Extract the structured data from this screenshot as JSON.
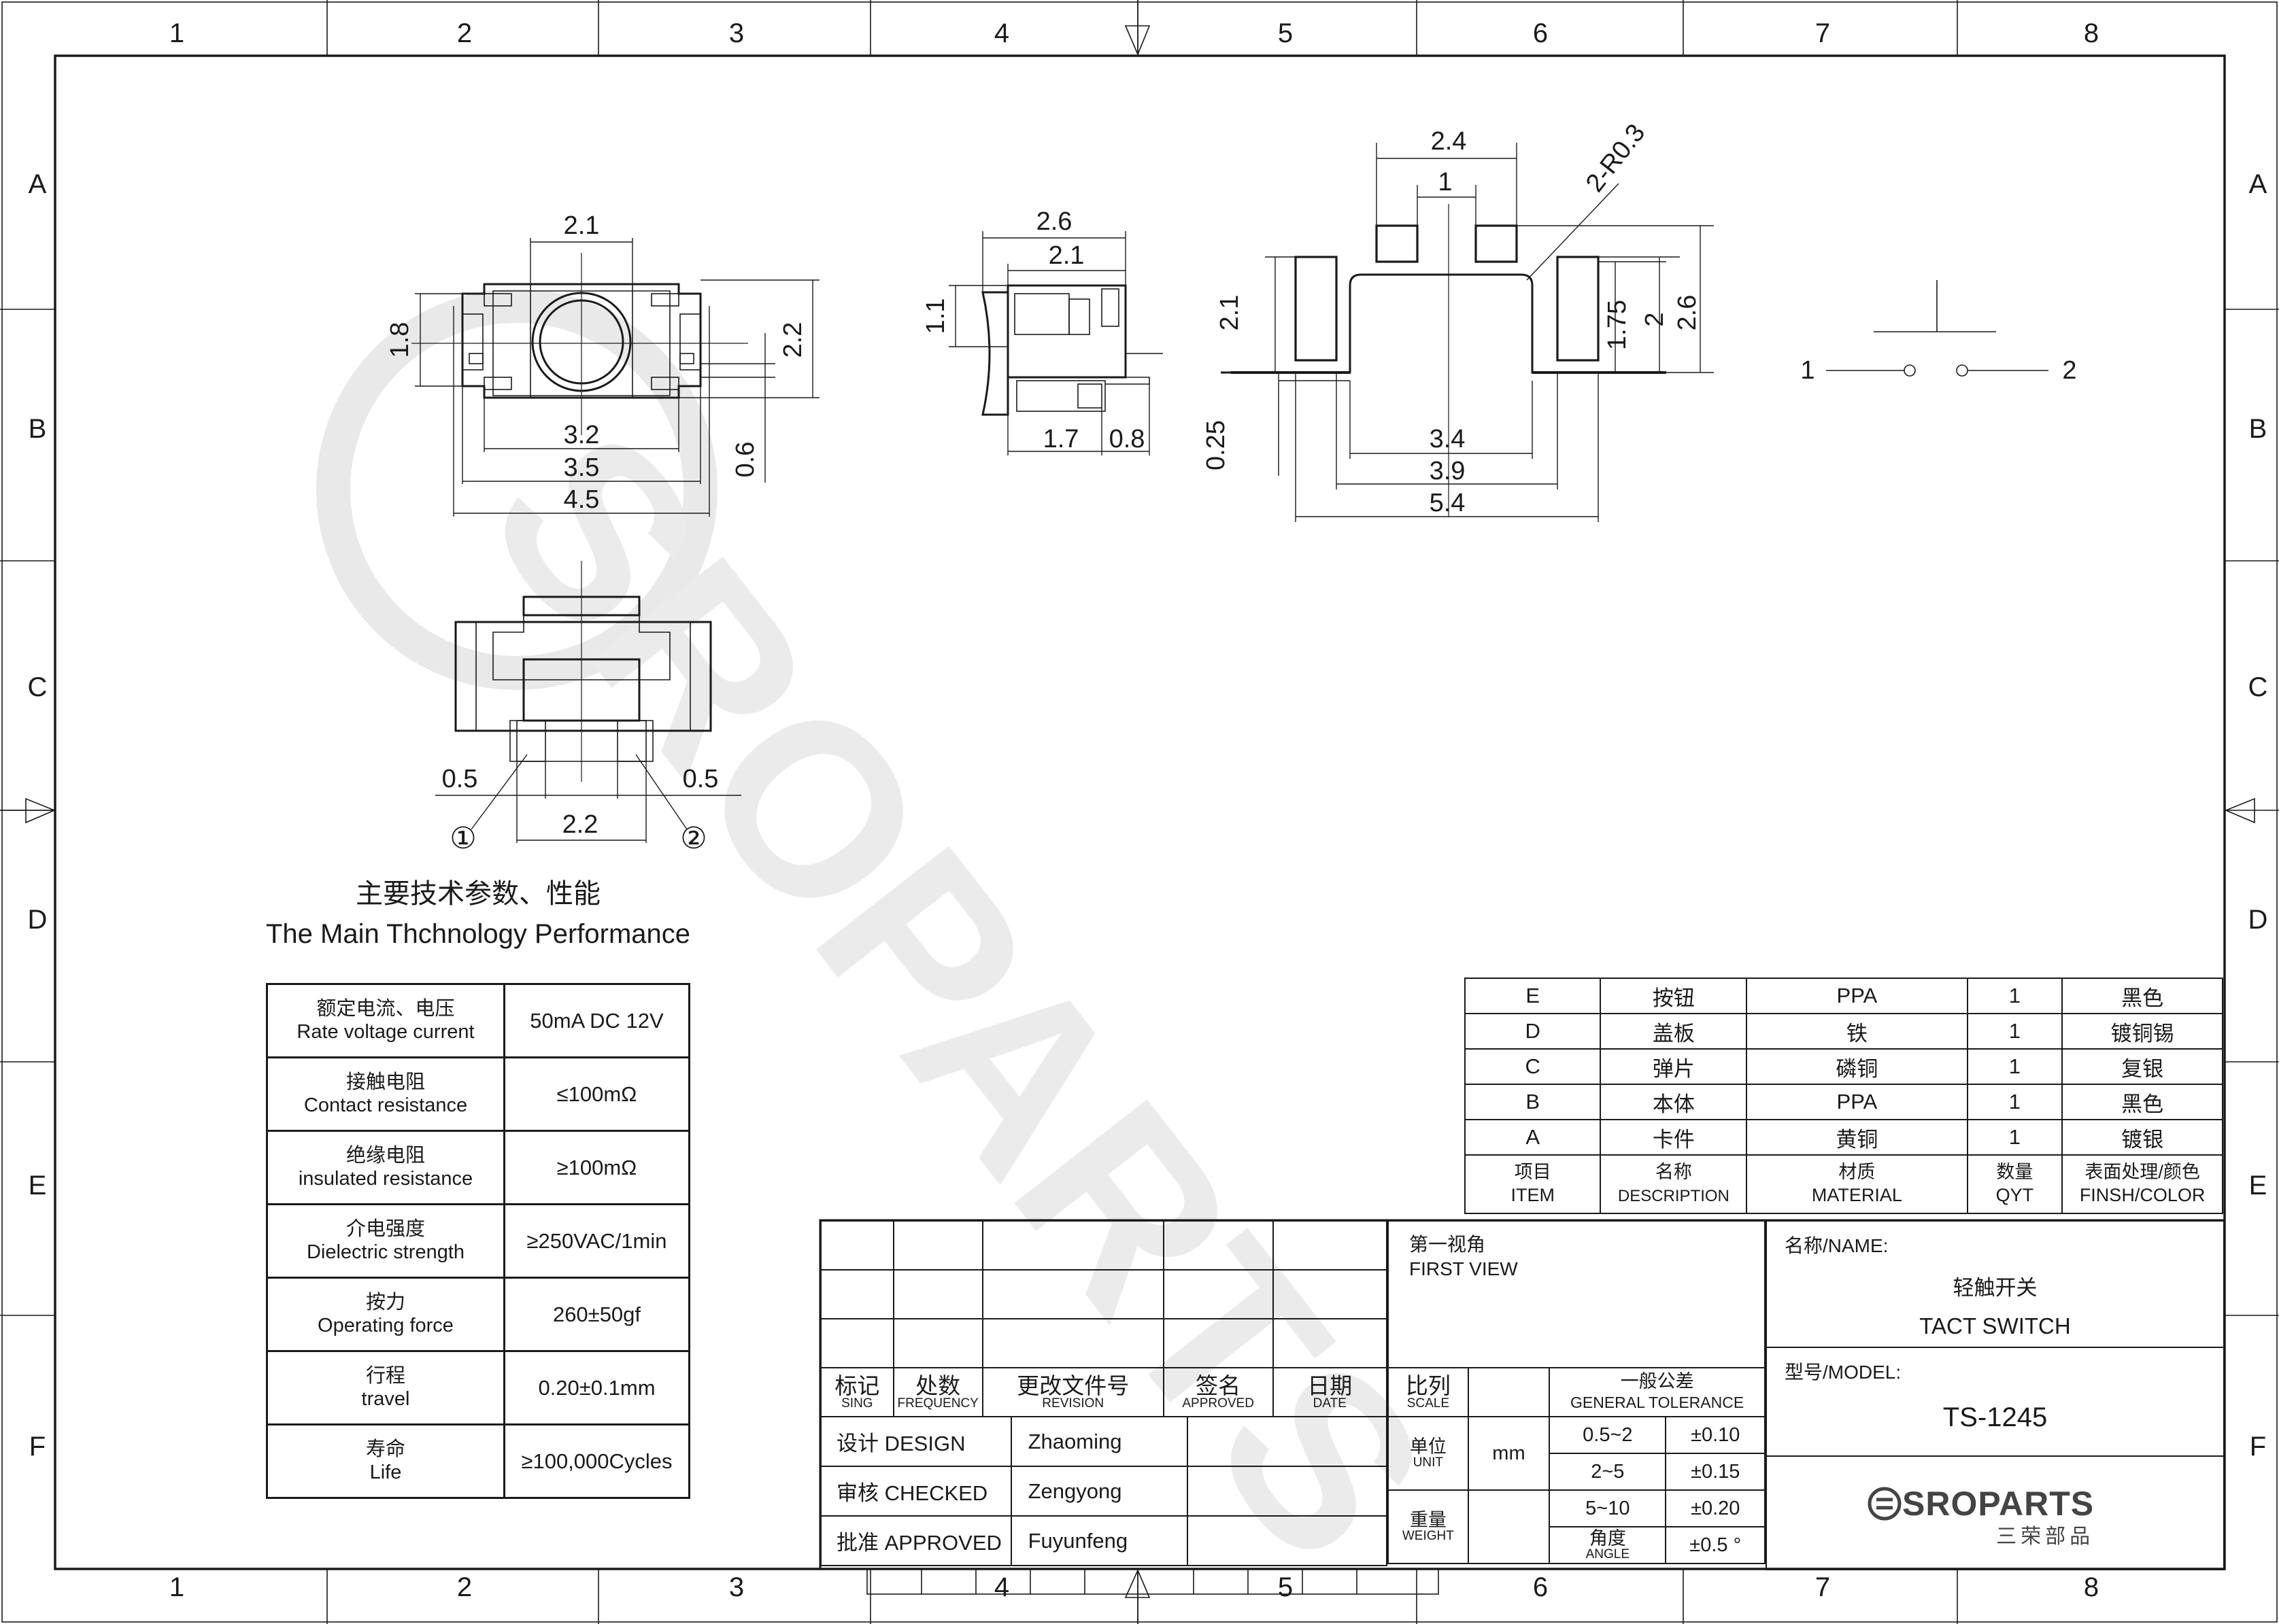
{
  "frame": {
    "columns": [
      "1",
      "2",
      "3",
      "4",
      "5",
      "6",
      "7",
      "8"
    ],
    "rows": [
      "A",
      "B",
      "C",
      "D",
      "E",
      "F"
    ]
  },
  "watermark": "SROPARTS",
  "dimensions": {
    "top_view": {
      "d1": "2.1",
      "d2": "1.8",
      "d3": "2.2",
      "d4": "3.2",
      "d5": "3.5",
      "d6": "4.5",
      "d7": "0.6"
    },
    "side_view": {
      "d1": "2.6",
      "d2": "2.1",
      "d3": "1.1",
      "d4": "1.7",
      "d5": "0.8"
    },
    "footprint": {
      "d1": "2.4",
      "d2": "1",
      "d3": "2-R0.3",
      "d4": "2.1",
      "d5": "1.75",
      "d6": "2",
      "d7": "2.6",
      "d8": "0.25",
      "d9": "3.4",
      "d10": "3.9",
      "d11": "5.4"
    },
    "front_view": {
      "d1": "0.5",
      "d2": "0.5",
      "d3": "2.2",
      "pin1": "①",
      "pin2": "②"
    }
  },
  "schematic": {
    "pin_left": "1",
    "pin_right": "2"
  },
  "performance": {
    "title_cn": "主要技术参数、性能",
    "title_en": "The Main Thchnology Performance",
    "rows": [
      {
        "cn": "额定电流、电压",
        "en": "Rate voltage current",
        "value": "50mA DC 12V"
      },
      {
        "cn": "接触电阻",
        "en": "Contact resistance",
        "value": "≤100mΩ"
      },
      {
        "cn": "绝缘电阻",
        "en": "insulated resistance",
        "value": "≥100mΩ"
      },
      {
        "cn": "介电强度",
        "en": "Dielectric strength",
        "value": "≥250VAC/1min"
      },
      {
        "cn": "按力",
        "en": "Operating force",
        "value": "260±50gf"
      },
      {
        "cn": "行程",
        "en": "travel",
        "value": "0.20±0.1mm"
      },
      {
        "cn": "寿命",
        "en": "Life",
        "value": "≥100,000Cycles"
      }
    ]
  },
  "bom": {
    "rows": [
      {
        "item": "E",
        "desc": "按钮",
        "material": "PPA",
        "qty": "1",
        "finish": "黑色"
      },
      {
        "item": "D",
        "desc": "盖板",
        "material": "铁",
        "qty": "1",
        "finish": "镀铜锡"
      },
      {
        "item": "C",
        "desc": "弹片",
        "material": "磷铜",
        "qty": "1",
        "finish": "复银"
      },
      {
        "item": "B",
        "desc": "本体",
        "material": "PPA",
        "qty": "1",
        "finish": "黑色"
      },
      {
        "item": "A",
        "desc": "卡件",
        "material": "黄铜",
        "qty": "1",
        "finish": "镀银"
      }
    ],
    "header": {
      "item_cn": "项目",
      "item_en": "ITEM",
      "desc_cn": "名称",
      "desc_en": "DESCRIPTION",
      "material_cn": "材质",
      "material_en": "MATERIAL",
      "qty_cn": "数量",
      "qty_en": "QYT",
      "finish_cn": "表面处理/颜色",
      "finish_en": "FINSH/COLOR"
    }
  },
  "title_block": {
    "rev_header": {
      "sign_cn": "标记",
      "sign_en": "SING",
      "freq_cn": "处数",
      "freq_en": "FREQUENCY",
      "rev_cn": "更改文件号",
      "rev_en": "REVISION",
      "appr_cn": "签名",
      "appr_en": "APPROVED",
      "date_cn": "日期",
      "date_en": "DATE"
    },
    "design_label": "设计 DESIGN",
    "design_name": "Zhaoming",
    "checked_label": "审核 CHECKED",
    "checked_name": "Zengyong",
    "approved_label": "批准 APPROVED",
    "approved_name": "Fuyunfeng",
    "view_cn": "第一视角",
    "view_en": "FIRST VIEW",
    "scale_cn": "比列",
    "scale_en": "SCALE",
    "unit_cn": "单位",
    "unit_en": "UNIT",
    "unit_value": "mm",
    "weight_cn": "重量",
    "weight_en": "WEIGHT",
    "tol_cn": "一般公差",
    "tol_en": "GENERAL TOLERANCE",
    "tolerances": [
      {
        "range": "0.5~2",
        "tol": "±0.10"
      },
      {
        "range": "2~5",
        "tol": "±0.15"
      },
      {
        "range": "5~10",
        "tol": "±0.20"
      }
    ],
    "angle_cn": "角度",
    "angle_en": "ANGLE",
    "angle_tol": "±0.5 °",
    "name_label": "名称/NAME:",
    "name_cn": "轻触开关",
    "name_en": "TACT  SWITCH",
    "model_label": "型号/MODEL:",
    "model_value": "TS-1245",
    "logo_text": "SROPARTS",
    "logo_cn": "三荣部品"
  }
}
